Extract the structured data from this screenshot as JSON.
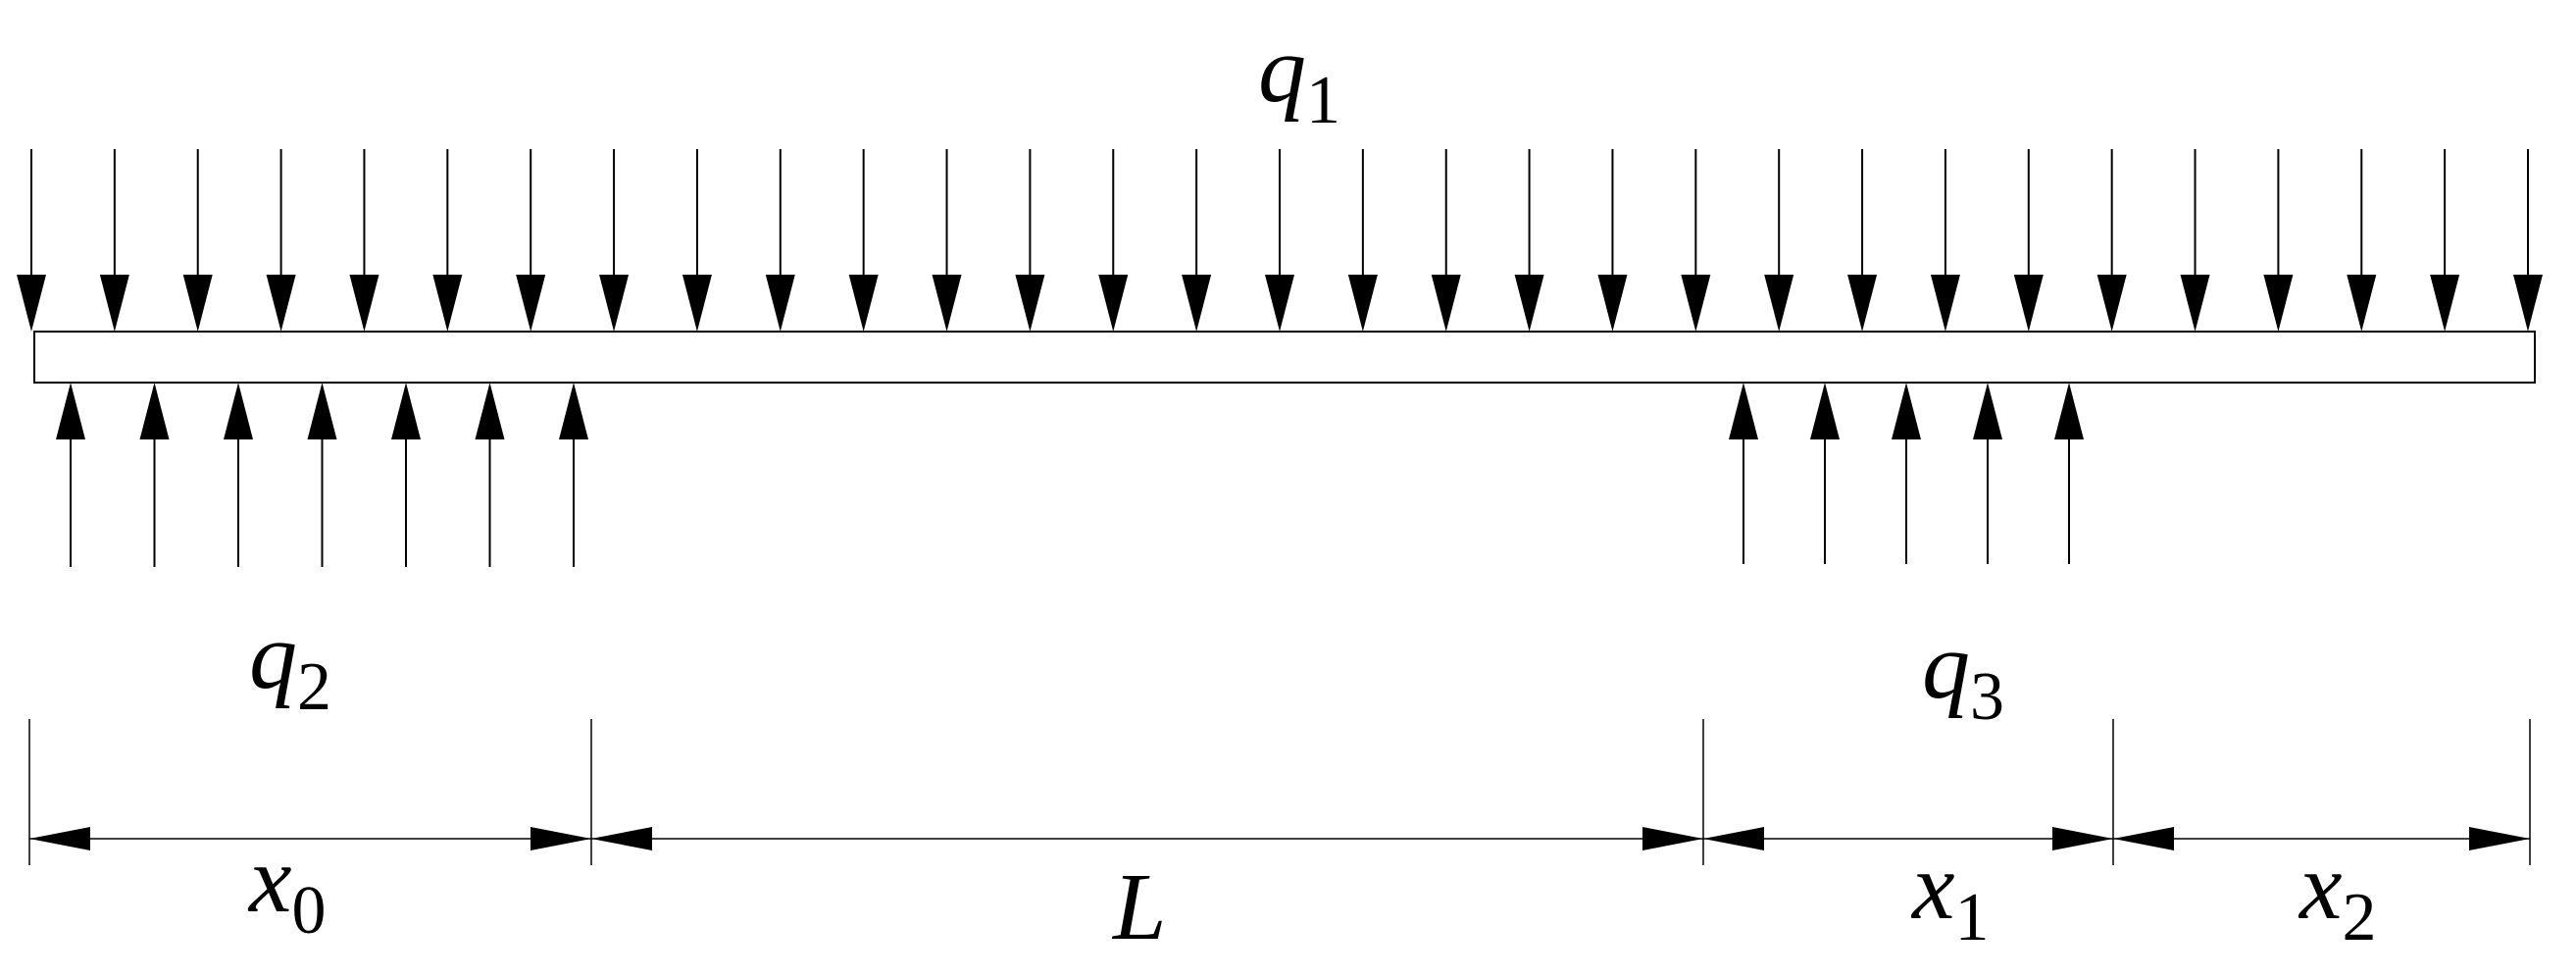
{
  "labels": {
    "q1": {
      "base": "q",
      "sub": "1"
    },
    "q2": {
      "base": "q",
      "sub": "2"
    },
    "q3": {
      "base": "q",
      "sub": "3"
    },
    "x0": {
      "base": "x",
      "sub": "0"
    },
    "L": {
      "base": "L",
      "sub": ""
    },
    "x1": {
      "base": "x",
      "sub": "1"
    },
    "x2": {
      "base": "x",
      "sub": "2"
    }
  },
  "loads": {
    "q1_arrow_count": 31,
    "q2_arrow_count": 7,
    "q3_arrow_count": 5
  },
  "colors": {
    "stroke": "#000000",
    "background": "#ffffff"
  }
}
